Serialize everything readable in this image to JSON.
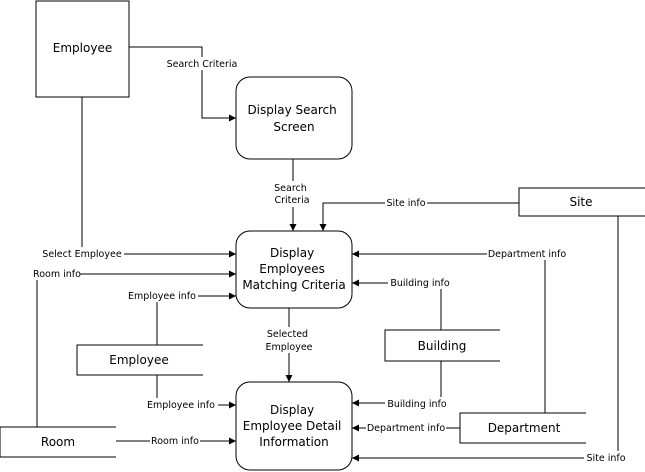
{
  "entities": {
    "employee_top": "Employee",
    "employee_store": "Employee",
    "site": "Site",
    "building": "Building",
    "room": "Room",
    "department": "Department"
  },
  "processes": {
    "search_screen": [
      "Display Search",
      "Screen"
    ],
    "matching": [
      "Display",
      "Employees",
      "Matching Criteria"
    ],
    "detail": [
      "Display",
      "Employee Detail",
      "Information"
    ]
  },
  "flows": {
    "search_criteria_top": "Search Criteria",
    "search_criteria_mid": [
      "Search",
      "Criteria"
    ],
    "site_info_top": "Site info",
    "select_employee": "Select Employee",
    "department_info_top": "Department info",
    "room_info_top": "Room info",
    "building_info_top": "Building info",
    "employee_info_top": "Employee info",
    "selected_employee": [
      "Selected",
      "Employee"
    ],
    "employee_info_bottom": "Employee info",
    "building_info_bottom": "Building info",
    "department_info_bottom": "Department info",
    "room_info_bottom": "Room info",
    "site_info_bottom": "Site info"
  }
}
